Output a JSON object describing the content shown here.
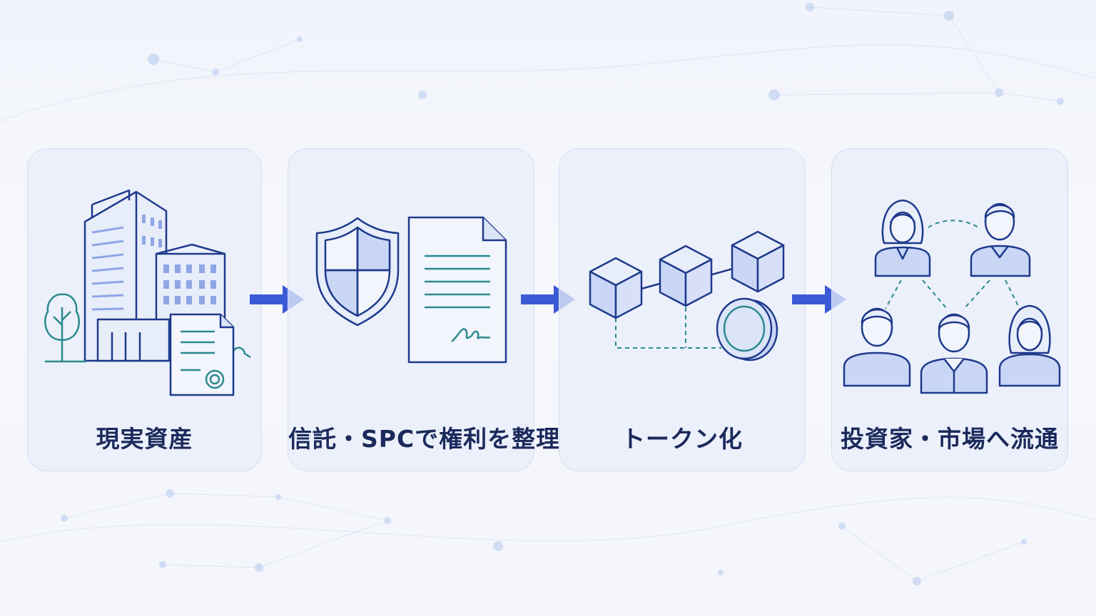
{
  "steps": [
    {
      "label": "現実資産",
      "icon": "buildings-with-certificate-icon"
    },
    {
      "label": "信託・SPCで権利を整理",
      "icon": "shield-and-contract-icon"
    },
    {
      "label": "トークン化",
      "icon": "blockchain-token-icon"
    },
    {
      "label": "投資家・市場へ流通",
      "icon": "investor-network-icon"
    }
  ],
  "colors": {
    "navy": "#1f3a8c",
    "arrow": "#3b5bd6",
    "fill": "#c9d6f6",
    "teal": "#2b8a8f"
  }
}
